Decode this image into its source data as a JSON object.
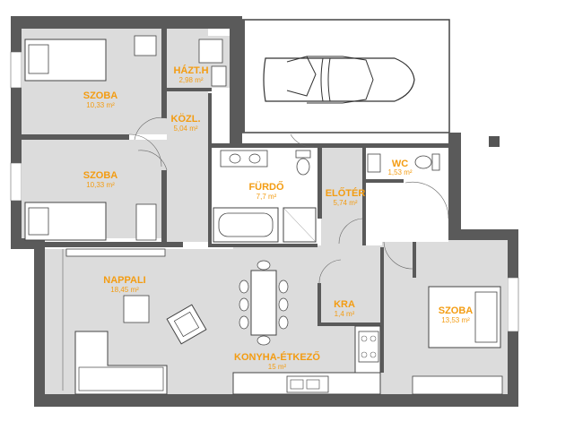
{
  "rooms": [
    {
      "id": "szoba1",
      "name": "SZOBA",
      "area": "10,33 m²"
    },
    {
      "id": "haztart",
      "name": "HÁZT.H",
      "area": "2,98 m²"
    },
    {
      "id": "kozl",
      "name": "KÖZL.",
      "area": "5,04 m²"
    },
    {
      "id": "szoba2",
      "name": "SZOBA",
      "area": "10,33 m²"
    },
    {
      "id": "furdo",
      "name": "FÜRDŐ",
      "area": "7,7 m²"
    },
    {
      "id": "eloter",
      "name": "ELŐTÉR",
      "area": "5,74 m²"
    },
    {
      "id": "wc",
      "name": "WC",
      "area": "1,53 m²"
    },
    {
      "id": "nappali",
      "name": "NAPPALI",
      "area": "18,45 m²"
    },
    {
      "id": "kra",
      "name": "KRA",
      "area": "1,4 m²"
    },
    {
      "id": "szoba3",
      "name": "SZOBA",
      "area": "13,53 m²"
    },
    {
      "id": "konyha",
      "name": "KONYHA-ÉTKEZŐ",
      "area": "15 m²"
    }
  ],
  "colors": {
    "label": "#f39c12",
    "wall": "#5a5a5a",
    "floor": "#dcdcdc",
    "background": "#ffffff"
  },
  "icons": [
    "car-icon",
    "bed-icon",
    "bathtub-icon",
    "sofa-icon",
    "armchair-icon",
    "dining-table-icon",
    "stove-icon",
    "sink-icon",
    "toilet-icon",
    "washbasin-icon",
    "door-swing-icon"
  ]
}
